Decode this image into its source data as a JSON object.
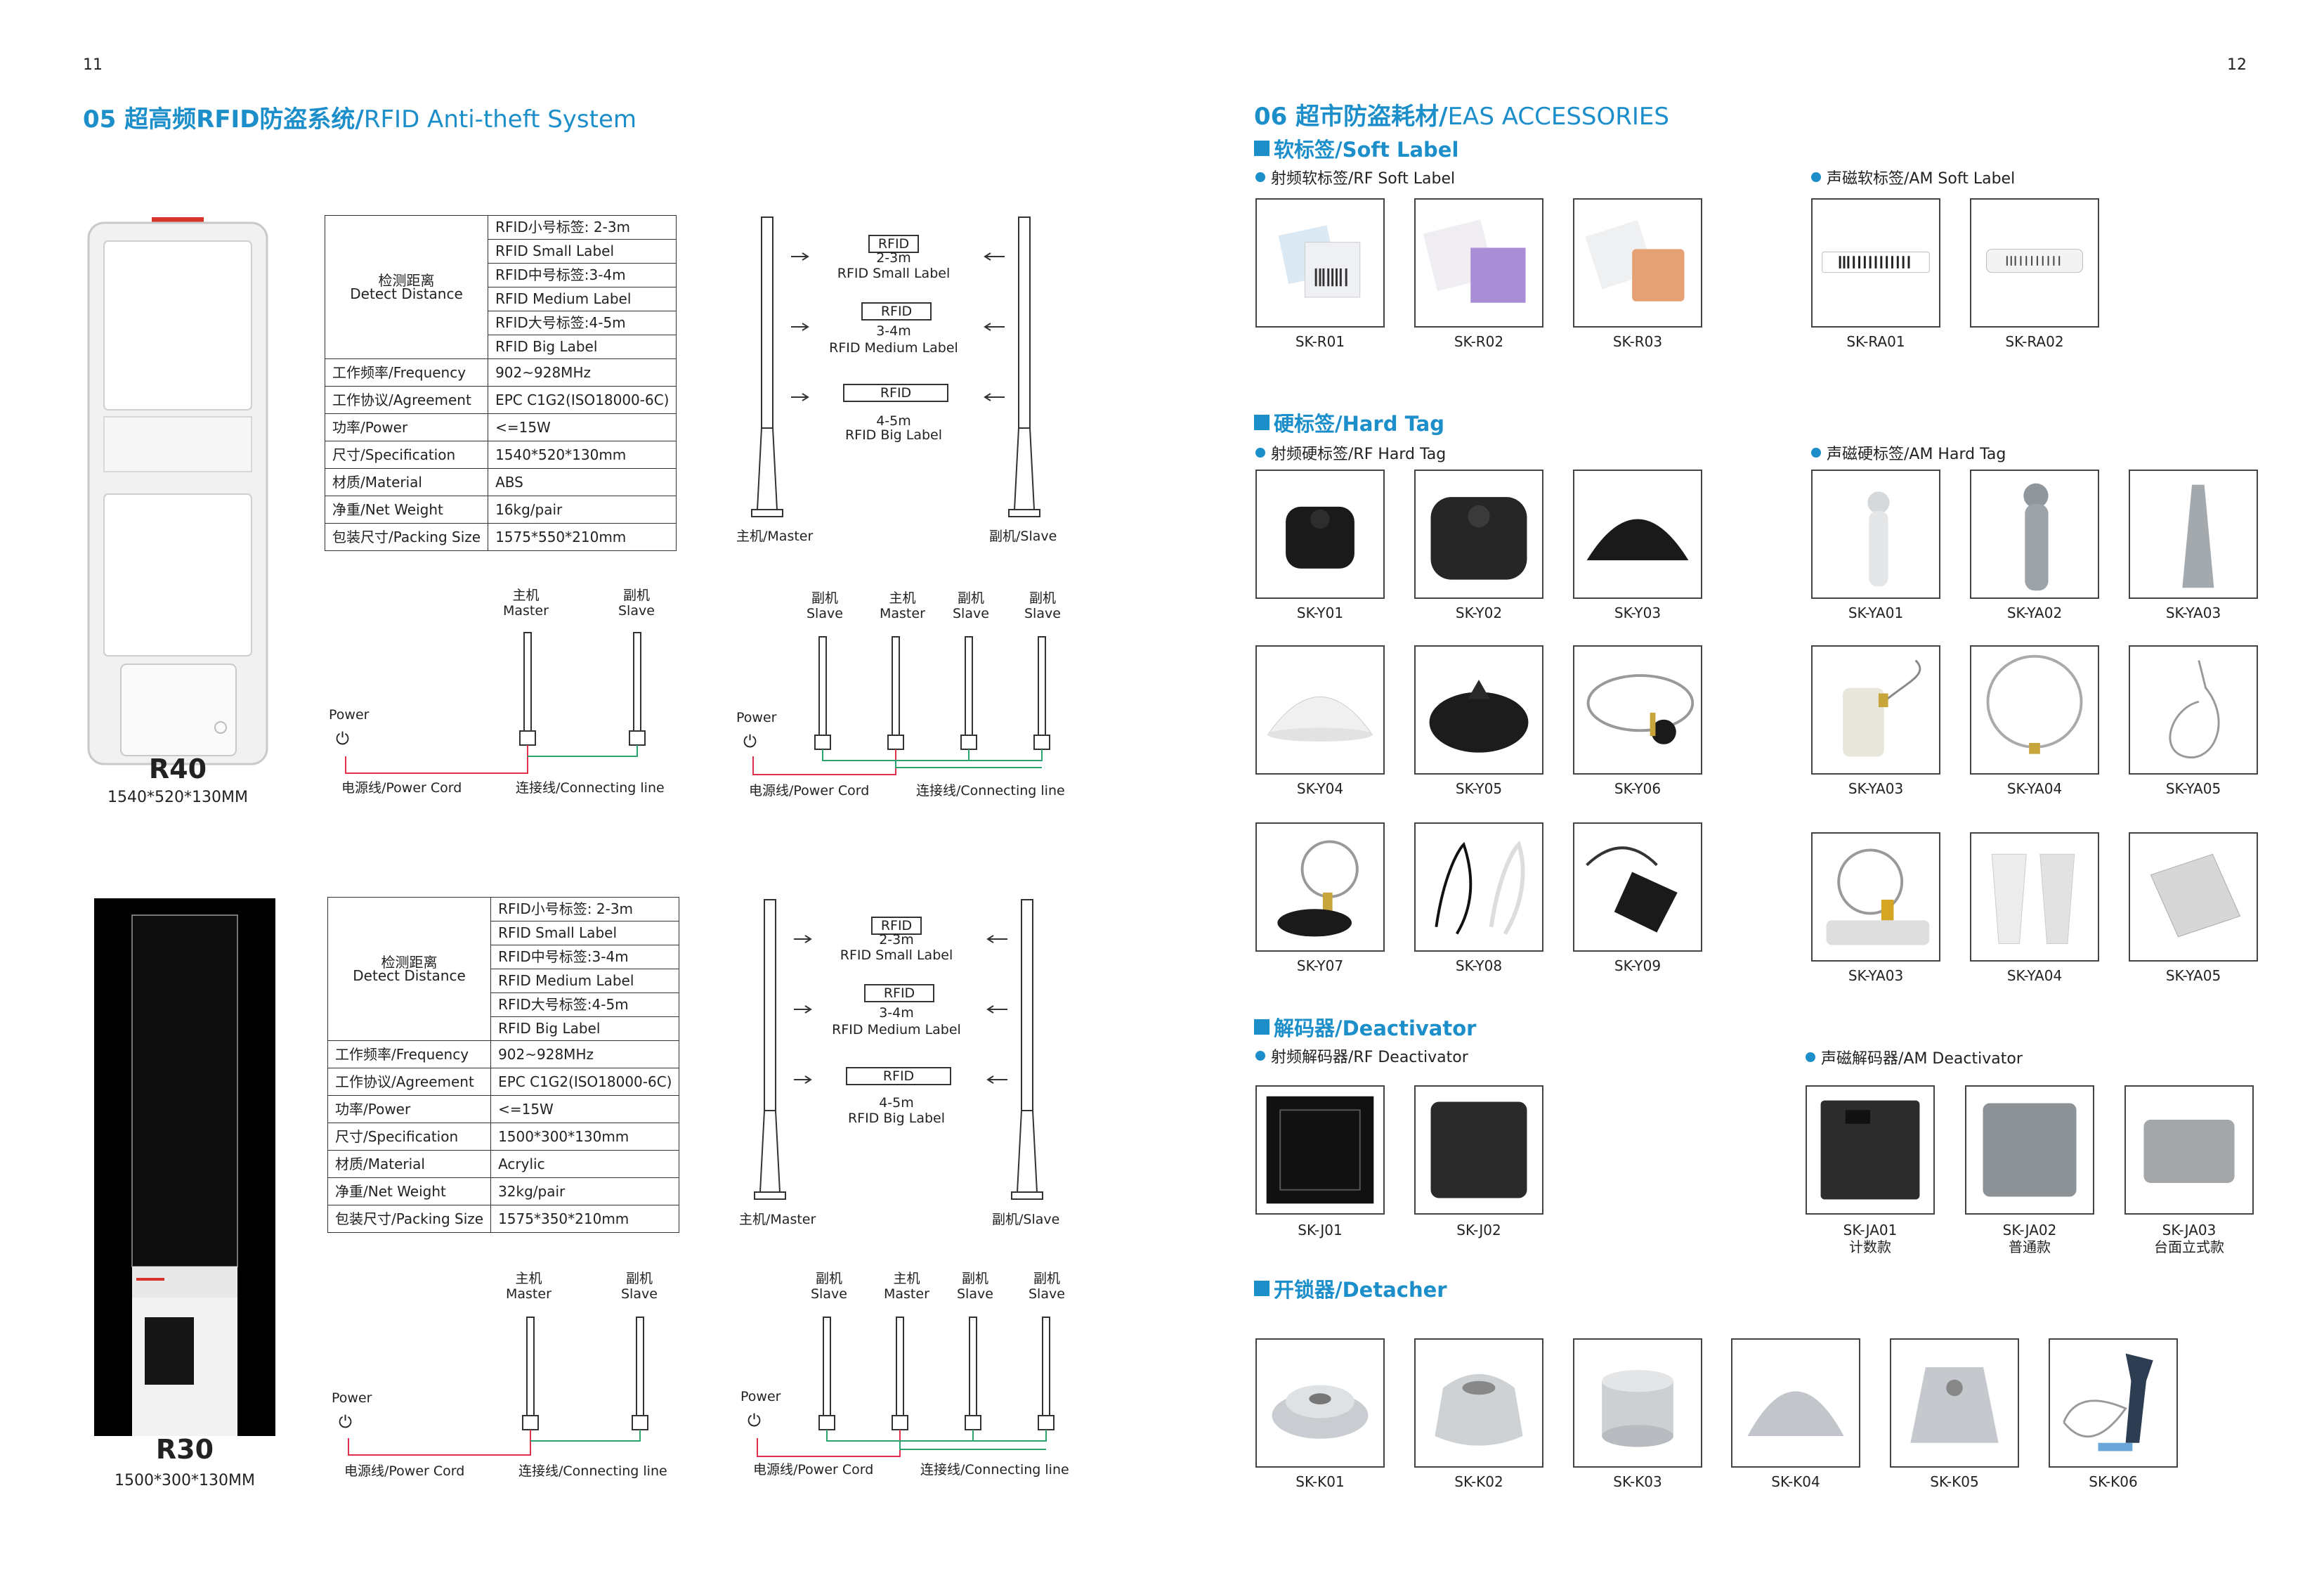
{
  "left_page": {
    "page_number": "11",
    "title_prefix": "05 超高频RFID防盗系统/",
    "title_en": "RFID Anti-theft System",
    "products": [
      {
        "model": "R40",
        "dimensions": "1540*520*130MM",
        "specs": {
          "distance_label_cn": "检测距离",
          "distance_label_en": "Detect Distance",
          "distance_values": [
            "RFID小号标签: 2-3m",
            "RFID Small Label",
            "RFID中号标签:3-4m",
            "RFID Medium Label",
            "RFID大号标签:4-5m",
            "RFID Big Label"
          ],
          "rows": [
            {
              "label": "工作频率/Frequency",
              "value": "902~928MHz"
            },
            {
              "label": "工作协议/Agreement",
              "value": "EPC C1G2(ISO18000-6C)"
            },
            {
              "label": "功率/Power",
              "value": "<=15W"
            },
            {
              "label": "尺寸/Specification",
              "value": "1540*520*130mm"
            },
            {
              "label": "材质/Material",
              "value": "ABS"
            },
            {
              "label": "净重/Net Weight",
              "value": "16kg/pair"
            },
            {
              "label": "包装尺寸/Packing Size",
              "value": "1575*550*210mm"
            }
          ]
        }
      },
      {
        "model": "R30",
        "dimensions": "1500*300*130MM",
        "specs": {
          "distance_label_cn": "检测距离",
          "distance_label_en": "Detect Distance",
          "distance_values": [
            "RFID小号标签: 2-3m",
            "RFID Small Label",
            "RFID中号标签:3-4m",
            "RFID Medium Label",
            "RFID大号标签:4-5m",
            "RFID Big Label"
          ],
          "rows": [
            {
              "label": "工作频率/Frequency",
              "value": "902~928MHz"
            },
            {
              "label": "工作协议/Agreement",
              "value": "EPC C1G2(ISO18000-6C)"
            },
            {
              "label": "功率/Power",
              "value": "<=15W"
            },
            {
              "label": "尺寸/Specification",
              "value": "1500*300*130mm"
            },
            {
              "label": "材质/Material",
              "value": "Acrylic"
            },
            {
              "label": "净重/Net Weight",
              "value": "32kg/pair"
            },
            {
              "label": "包装尺寸/Packing Size",
              "value": "1575*350*210mm"
            }
          ]
        }
      }
    ],
    "range_diagram": {
      "boxes": [
        {
          "tag": "RFID",
          "range": "2-3m",
          "label": "RFID Small Label"
        },
        {
          "tag": "RFID",
          "range": "3-4m",
          "label": "RFID Medium Label"
        },
        {
          "tag": "RFID",
          "range": "4-5m",
          "label": "RFID Big Label"
        }
      ],
      "master_label": "主机/Master",
      "slave_label": "副机/Slave"
    },
    "wiring": {
      "power": "Power",
      "power_symbol": "⏻",
      "power_cord": "电源线/Power Cord",
      "connecting_line": "连接线/Connecting line",
      "two_posts": [
        {
          "cn": "主机",
          "en": "Master"
        },
        {
          "cn": "副机",
          "en": "Slave"
        }
      ],
      "four_posts": [
        {
          "cn": "副机",
          "en": "Slave"
        },
        {
          "cn": "主机",
          "en": "Master"
        },
        {
          "cn": "副机",
          "en": "Slave"
        },
        {
          "cn": "副机",
          "en": "Slave"
        }
      ]
    }
  },
  "right_page": {
    "page_number": "12",
    "title_prefix": "06 超市防盗耗材/",
    "title_en": "EAS ACCESSORIES",
    "sections": {
      "soft_label": {
        "title": "软标签/Soft Label",
        "rf_heading": "射频软标签/RF Soft Label",
        "am_heading": "声磁软标签/AM Soft Label",
        "rf_items": [
          "SK-R01",
          "SK-R02",
          "SK-R03"
        ],
        "am_items": [
          "SK-RA01",
          "SK-RA02"
        ]
      },
      "hard_tag": {
        "title": "硬标签/Hard Tag",
        "rf_heading": "射频硬标签/RF Hard Tag",
        "am_heading": "声磁硬标签/AM Hard Tag",
        "rf_items": [
          "SK-Y01",
          "SK-Y02",
          "SK-Y03",
          "SK-Y04",
          "SK-Y05",
          "SK-Y06",
          "SK-Y07",
          "SK-Y08",
          "SK-Y09"
        ],
        "am_items": [
          "SK-YA01",
          "SK-YA02",
          "SK-YA03",
          "SK-YA03",
          "SK-YA04",
          "SK-YA05",
          "SK-YA03",
          "SK-YA04",
          "SK-YA05"
        ]
      },
      "deactivator": {
        "title": "解码器/Deactivator",
        "rf_heading": "射频解码器/RF Deactivator",
        "am_heading": "声磁解码器/AM Deactivator",
        "rf_items": [
          "SK-J01",
          "SK-J02"
        ],
        "am_items": [
          {
            "code": "SK-JA01",
            "note": "计数款"
          },
          {
            "code": "SK-JA02",
            "note": "普通款"
          },
          {
            "code": "SK-JA03",
            "note": "台面立式款"
          }
        ]
      },
      "detacher": {
        "title": "开锁器/Detacher",
        "items": [
          "SK-K01",
          "SK-K02",
          "SK-K03",
          "SK-K04",
          "SK-K05",
          "SK-K06"
        ]
      }
    }
  },
  "colors": {
    "accent": "#1c8ec9",
    "power_cord": "#e0304b",
    "connecting_line": "#2aa36e"
  }
}
